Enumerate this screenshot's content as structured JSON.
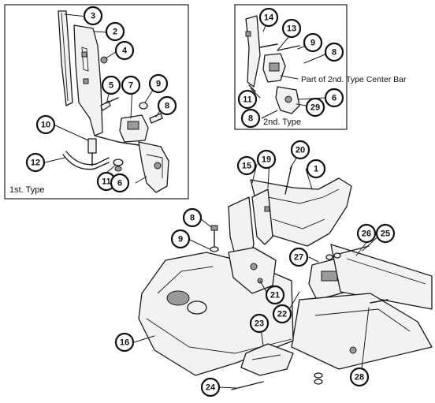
{
  "diagram": {
    "insets": [
      {
        "id": "first-type",
        "caption": "1st. Type"
      },
      {
        "id": "second-type",
        "caption": "2nd. Type",
        "note": "Part of 2nd. Type Center Bar"
      }
    ],
    "callouts_first_type": [
      "3",
      "2",
      "4",
      "5",
      "7",
      "9",
      "8",
      "10",
      "12",
      "11",
      "6"
    ],
    "callouts_second_type": [
      "14",
      "13",
      "9",
      "8",
      "11",
      "6",
      "8",
      "29"
    ],
    "callouts_main": [
      "20",
      "15",
      "19",
      "1",
      "8",
      "9",
      "26",
      "25",
      "27",
      "21",
      "22",
      "16",
      "23",
      "28",
      "24"
    ]
  }
}
